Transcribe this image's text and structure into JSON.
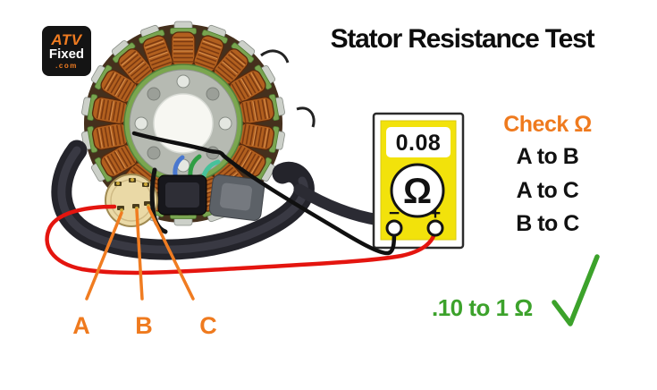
{
  "logo": {
    "line1": "ATV",
    "line2": "Fixed",
    "line3": ".com"
  },
  "title": "Stator Resistance Test",
  "multimeter": {
    "display_value": "0.08",
    "mode_symbol": "Ω",
    "minus_label": "−",
    "plus_label": "+"
  },
  "instructions": {
    "heading": "Check Ω",
    "pairs": [
      "A to B",
      "A to C",
      "B to C"
    ]
  },
  "result": {
    "range_text": ".10 to 1 Ω",
    "pass_mark": "checkmark"
  },
  "pin_labels": [
    "A",
    "B",
    "C"
  ],
  "colors": {
    "accent_orange": "#ef7a1e",
    "pass_green": "#3ca22b",
    "meter_yellow": "#f2e20b",
    "lead_red": "#e4150f",
    "lead_black": "#101010",
    "coil_copper": "#b2601f",
    "stator_green": "#7aa64f"
  }
}
